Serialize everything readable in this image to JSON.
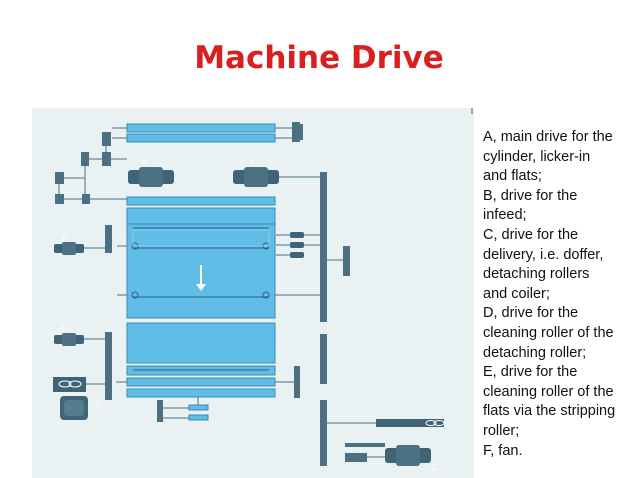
{
  "title": "Machine Drive",
  "diagram": {
    "labels": {
      "a": "A",
      "b": "B",
      "c": "C",
      "d": "D",
      "e": "E",
      "f": "F"
    }
  },
  "legend": {
    "lines": [
      "A, main drive for the",
      "cylinder, licker-in",
      "and flats;",
      "B, drive for the",
      "infeed;",
      "C, drive for the",
      "delivery, i.e. doffer,",
      "detaching rollers",
      "and coiler;",
      "D, drive for the",
      "cleaning roller of the",
      "detaching roller;",
      "E, drive for the",
      "cleaning roller of the",
      "flats via the stripping",
      "roller;",
      "F, fan."
    ]
  }
}
